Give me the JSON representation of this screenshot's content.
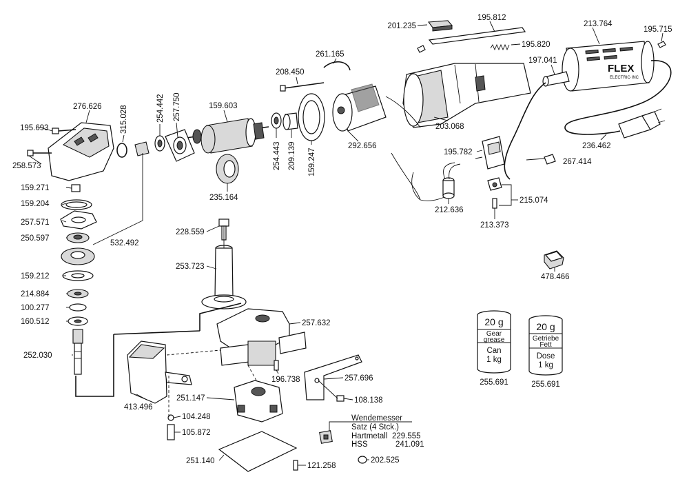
{
  "parts": {
    "p201235": "201.235",
    "p195812": "195.812",
    "p213764": "213.764",
    "p195715": "195.715",
    "p195820": "195.820",
    "p197041": "197.041",
    "p261165": "261.165",
    "p208450": "208.450",
    "p159603": "159.603",
    "p276626": "276.626",
    "p315028": "315.028",
    "p254442": "254.442",
    "p257750": "257.750",
    "p195693": "195.693",
    "p258573": "258.573",
    "p159271": "159.271",
    "p159204": "159.204",
    "p257571": "257.571",
    "p250597": "250.597",
    "p532492": "532.492",
    "p159212": "159.212",
    "p214884": "214.884",
    "p100277": "100.277",
    "p160512": "160.512",
    "p252030": "252.030",
    "p254443": "254.443",
    "p209139": "209.139",
    "p159247": "159.247",
    "p292656": "292.656",
    "p203068": "203.068",
    "p236462": "236.462",
    "p195782": "195.782",
    "p267414": "267.414",
    "p235164": "235.164",
    "p212636": "212.636",
    "p215074": "215.074",
    "p213373": "213.373",
    "p228559": "228.559",
    "p253723": "253.723",
    "p478466": "478.466",
    "p257632": "257.632",
    "p196738": "196.738",
    "p257696": "257.696",
    "p108138": "108.138",
    "p251147": "251.147",
    "p413496": "413.496",
    "p104248": "104.248",
    "p105872": "105.872",
    "p251140": "251.140",
    "p121258": "121.258",
    "p202525": "202.525",
    "p255691a": "255.691",
    "p255691b": "255.691"
  },
  "brand": {
    "logo": "FLEX",
    "logo_sub": "ELECTRIC·INC"
  },
  "grease_can": {
    "amount": "20 g",
    "line1": "Gear",
    "line2": "grease",
    "line3": "Can",
    "line4": "1 kg"
  },
  "grease_dose": {
    "amount": "20 g",
    "line1": "Getriebe",
    "line2": "Fett",
    "line3": "Dose",
    "line4": "1 kg"
  },
  "note": {
    "title": "Wendemesser",
    "line1": "Satz  (4 Stck.)",
    "line2_label": "Hartmetall",
    "line2_value": "229.555",
    "line3_label": "HSS",
    "line3_value": "241.091"
  }
}
